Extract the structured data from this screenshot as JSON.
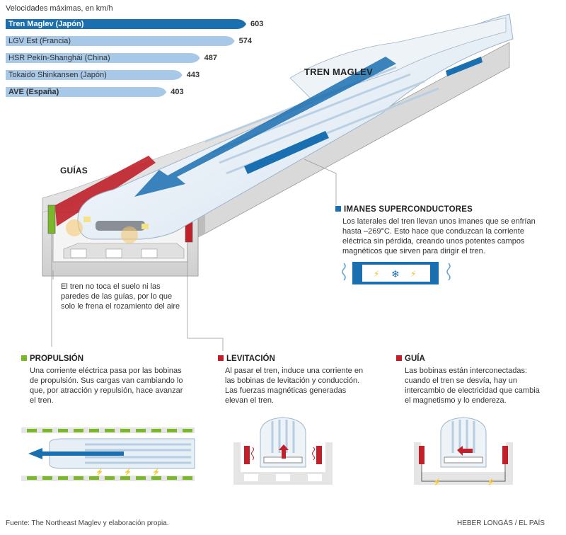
{
  "chart_data": {
    "type": "bar",
    "title": "Velocidades máximas, en km/h",
    "categories": [
      "Tren Maglev (Japón)",
      "LGV Est (Francia)",
      "HSR Pekín-Shanghái (China)",
      "Tokaido Shinkansen (Japón)",
      "AVE (España)"
    ],
    "values": [
      603,
      574,
      487,
      443,
      403
    ],
    "highlight": [
      true,
      false,
      false,
      false,
      false
    ],
    "bold": [
      true,
      false,
      false,
      false,
      true
    ],
    "colors": {
      "highlight": "#1a6fb0",
      "bar": "#a7c8e6"
    },
    "xlim": [
      0,
      603
    ]
  },
  "labels": {
    "tren_maglev": "TREN MAGLEV",
    "guias": "GUÍAS"
  },
  "imanes": {
    "title": "IMANES SUPERCONDUCTORES",
    "text": "Los laterales del tren llevan unos imanes que se enfrían hasta –269°C. Esto hace que conduzcan la corriente eléctrica sin pérdida, creando unos potentes campos magnéticos que sirven para dirigir el tren."
  },
  "note": "El tren no toca el suelo ni las paredes de las guías, por lo que solo le frena el rozamiento del aire",
  "sections": [
    {
      "title": "PROPULSIÓN",
      "color": "#7ab829",
      "text": "Una corriente eléctrica pasa por las bobinas de propulsión. Sus cargas van cambiando lo que, por atracción y repulsión, hace avanzar el tren."
    },
    {
      "title": "LEVITACIÓN",
      "color": "#c0202a",
      "text": "Al pasar el tren, induce una corriente en las bobinas de levitación y conducción. Las fuerzas magnéticas generadas elevan el tren."
    },
    {
      "title": "GUÍA",
      "color": "#c0202a",
      "text": "Las bobinas están interconectadas: cuando el tren se desvía, hay un intercambio de electricidad que cambia el magnetismo y lo endereza."
    }
  ],
  "footer": {
    "source": "Fuente: The Northeast Maglev y elaboración propia.",
    "credit": "HEBER LONGÁS / EL PAÍS"
  },
  "colors": {
    "blue": "#1a6fb0",
    "lightblue": "#a7c8e6",
    "green": "#7ab829",
    "red": "#c0202a",
    "gray": "#d6d6d6"
  }
}
